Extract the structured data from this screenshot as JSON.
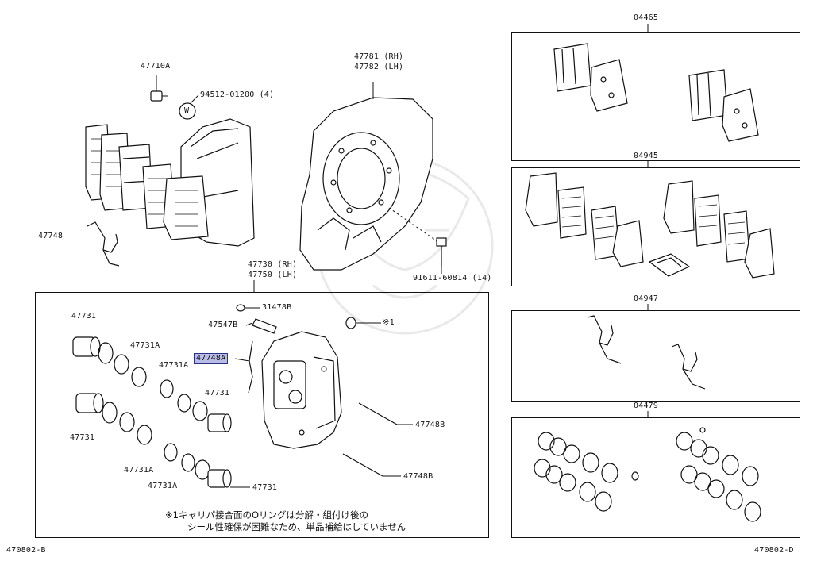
{
  "diagram": {
    "labels": {
      "p04465": "04465",
      "p04945": "04945",
      "p04947": "04947",
      "p04479": "04479",
      "p47710A": "47710A",
      "p94512": "94512-01200 (4)",
      "p47781": "47781 (RH)",
      "p47782": "47782 (LH)",
      "p47748_top": "47748",
      "p91611": "91611-60814 (14)",
      "p47730": "47730 (RH)",
      "p47750": "47750 (LH)",
      "p31478B": "31478B",
      "p47547B": "47547B",
      "p_note1_ref": "※1",
      "p47748A": "47748A",
      "p47731_a": "47731",
      "p47731A_a": "47731A",
      "p47731A_b": "47731A",
      "p47731_b": "47731",
      "p47731_c": "47731",
      "p47731A_c": "47731A",
      "p47731A_d": "47731A",
      "p47731_d": "47731",
      "p47748B_a": "47748B",
      "p47748B_b": "47748B",
      "washer_mark": "W"
    },
    "note": {
      "line1": "※1キャリパ接合面のOリングは分解・組付け後の",
      "line2": "シール性確保が困難なため、単品補給はしていません"
    },
    "footer": {
      "left_code": "470802-B",
      "right_code": "470802-D"
    }
  }
}
